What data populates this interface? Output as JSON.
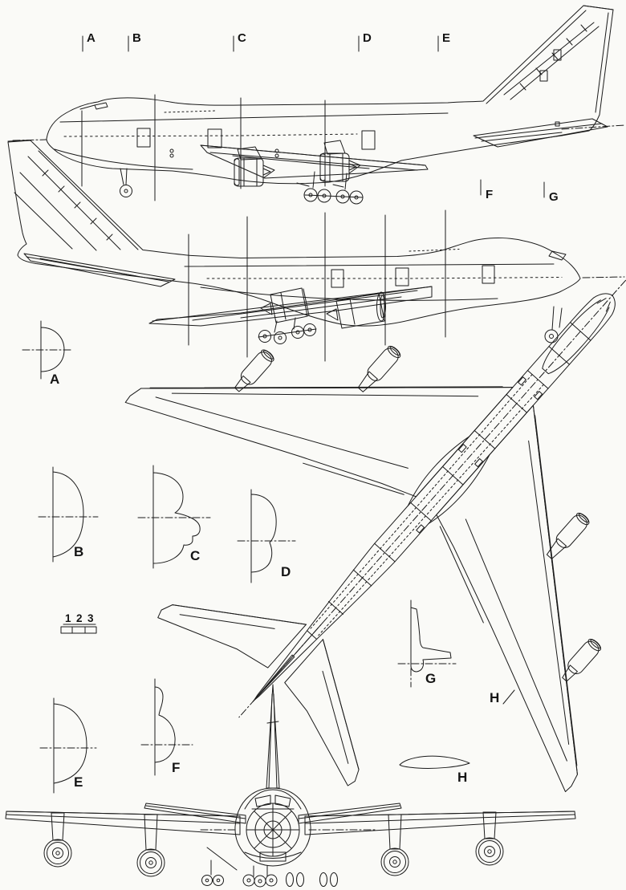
{
  "drawing": {
    "subject": "Boeing 747SP aircraft three-view technical drawing with fuselage cross-sections",
    "paper_color": "#fafaf7",
    "ink_color": "#1b1b1b"
  },
  "stations": {
    "top": [
      {
        "label": "A"
      },
      {
        "label": "B"
      },
      {
        "label": "C"
      },
      {
        "label": "D"
      },
      {
        "label": "E"
      }
    ],
    "side": [
      {
        "label": "F"
      },
      {
        "label": "G"
      }
    ]
  },
  "sections": [
    {
      "label": "A"
    },
    {
      "label": "B"
    },
    {
      "label": "C"
    },
    {
      "label": "D"
    },
    {
      "label": "E"
    },
    {
      "label": "F"
    },
    {
      "label": "G"
    },
    {
      "label": "H"
    }
  ],
  "wing_cut_marker": {
    "label": "H"
  },
  "scale_bar": {
    "ticks": [
      "1",
      "2",
      "3"
    ]
  }
}
